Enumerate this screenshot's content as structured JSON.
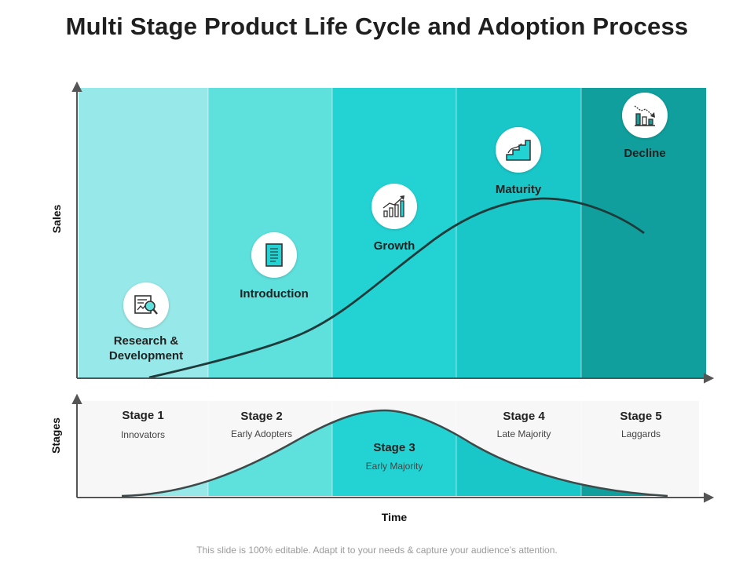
{
  "title": "Multi Stage Product Life Cycle and Adoption Process",
  "axes": {
    "y_top": "Sales",
    "y_bottom": "Stages",
    "x": "Time"
  },
  "colors": {
    "band1": "#97e8e8",
    "band2": "#5ee0dd",
    "band3": "#23d3d3",
    "band4": "#19c6c8",
    "band5": "#109f9c",
    "curve": "#1f3a3a"
  },
  "lifecycle": [
    {
      "label": "Research & Development",
      "icon": "research-magnifier-icon"
    },
    {
      "label": "Introduction",
      "icon": "document-icon"
    },
    {
      "label": "Growth",
      "icon": "growth-chart-icon"
    },
    {
      "label": "Maturity",
      "icon": "stairs-chart-icon"
    },
    {
      "label": "Decline",
      "icon": "decline-chart-icon"
    }
  ],
  "adoption": [
    {
      "stage": "Stage 1",
      "group": "Innovators"
    },
    {
      "stage": "Stage 2",
      "group": "Early Adopters"
    },
    {
      "stage": "Stage 3",
      "group": "Early Majority"
    },
    {
      "stage": "Stage 4",
      "group": "Late Majority"
    },
    {
      "stage": "Stage 5",
      "group": "Laggards"
    }
  ],
  "footer": "This slide is 100% editable. Adapt it to your needs & capture your audience’s attention."
}
